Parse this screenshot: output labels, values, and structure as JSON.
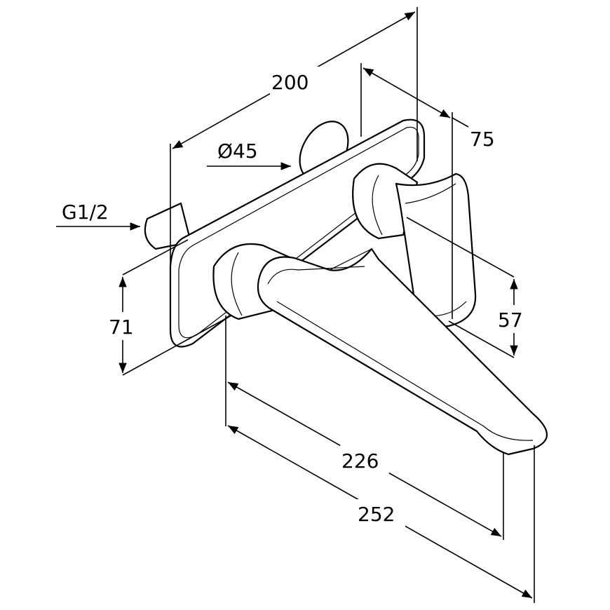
{
  "dimensions": {
    "width_total": "200",
    "rosette_diameter": "Ø45",
    "depth_handle": "75",
    "connection": "G1/2",
    "height_spout": "71",
    "height_handle": "57",
    "spout_reach_inner": "226",
    "spout_reach_outer": "252"
  }
}
